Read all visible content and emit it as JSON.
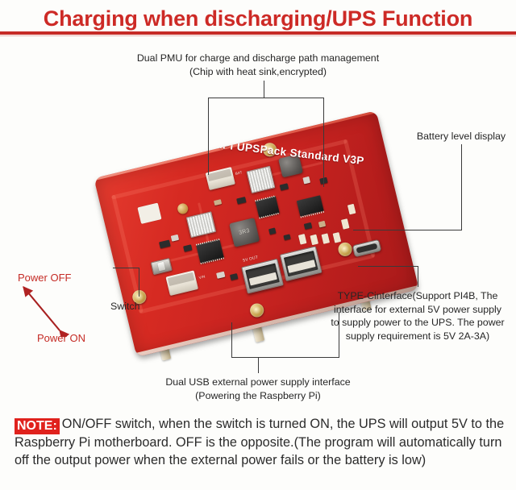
{
  "title": "Charging when discharging/UPS Function",
  "annotations": {
    "pmu": "Dual PMU for charge and discharge path management\n(Chip with heat sink,encrypted)",
    "battery_level": "Battery level display",
    "typec": "TYPE-Cinterface(Support PI4B, The\ninterface for external 5V power supply\nto supply power to the UPS. The power\nsupply requirement is 5V 2A-3A)",
    "switch": "Switch",
    "usb": "Dual USB external power supply interface\n(Powering the Raspberry Pi)",
    "power_off": "Power OFF",
    "power_on": "Power ON"
  },
  "note": {
    "badge": "NOTE:",
    "body": "ON/OFF switch, when the switch is turned ON, the UPS will output 5V to the Raspberry Pi motherboard. OFF is the opposite.(The program will automatically turn off the output power when the external power fails or the battery is low)"
  },
  "board": {
    "logo": "RPi UPSPack Standard V3P",
    "silk": {
      "out_5v": "5V OUT",
      "inductor_code": "3R3",
      "vin": "VIN",
      "bat": "BAT"
    }
  },
  "colors": {
    "title_red": "#cd2a26",
    "note_badge_bg": "#e0221d",
    "note_badge_text": "#ffffff",
    "accent_red": "#c52b25",
    "pcb_red": "#d62a22",
    "leader_gray": "#3a3a3a",
    "text_dark": "#262626",
    "background": "#fdfdfb"
  },
  "icons": {
    "power_arrow": "double-arrow-icon"
  }
}
